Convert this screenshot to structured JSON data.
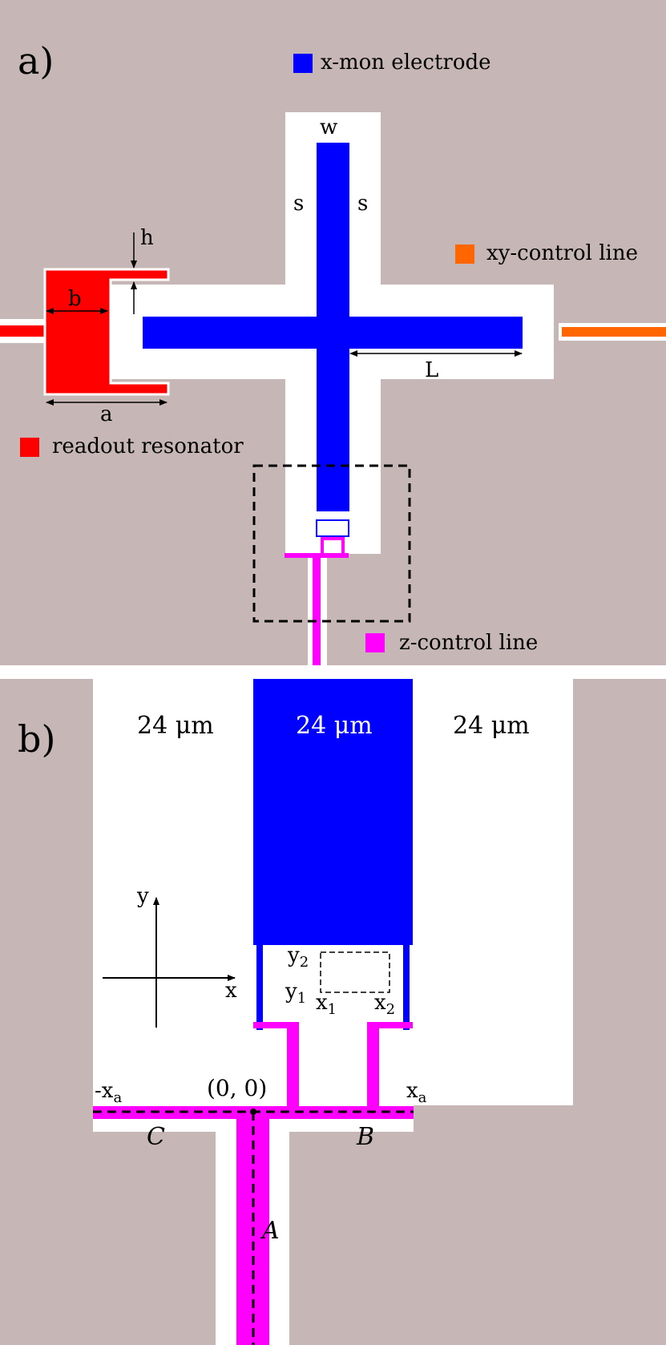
{
  "colors": {
    "substrate": "#c6b7b6",
    "gap": "#ffffff",
    "xmon": "#0000ff",
    "readout": "#ff0000",
    "xy_line": "#ff6600",
    "z_line": "#ff00ff"
  },
  "panel_a": {
    "tag": "a)",
    "legend": {
      "xmon": "x-mon electrode",
      "readout": "readout resonator",
      "xy": "xy-control line",
      "z": "z-control line"
    },
    "dims": {
      "w": "w",
      "s_left": "s",
      "s_right": "s",
      "h": "h",
      "b": "b",
      "a": "a",
      "L": "L"
    }
  },
  "panel_b": {
    "tag": "b)",
    "widths": {
      "left": "24 μm",
      "center": "24 μm",
      "right": "24 μm"
    },
    "axes": {
      "x": "x",
      "y": "y"
    },
    "marks": {
      "y2": "y",
      "y2_sub": "2",
      "y1": "y",
      "y1_sub": "1",
      "x1": "x",
      "x1_sub": "1",
      "x2": "x",
      "x2_sub": "2",
      "neg_xa": "-x",
      "neg_xa_sub": "a",
      "origin": "(0, 0)",
      "xa": "x",
      "xa_sub": "a"
    },
    "segments": {
      "C": "C",
      "B": "B",
      "A": "A"
    }
  }
}
